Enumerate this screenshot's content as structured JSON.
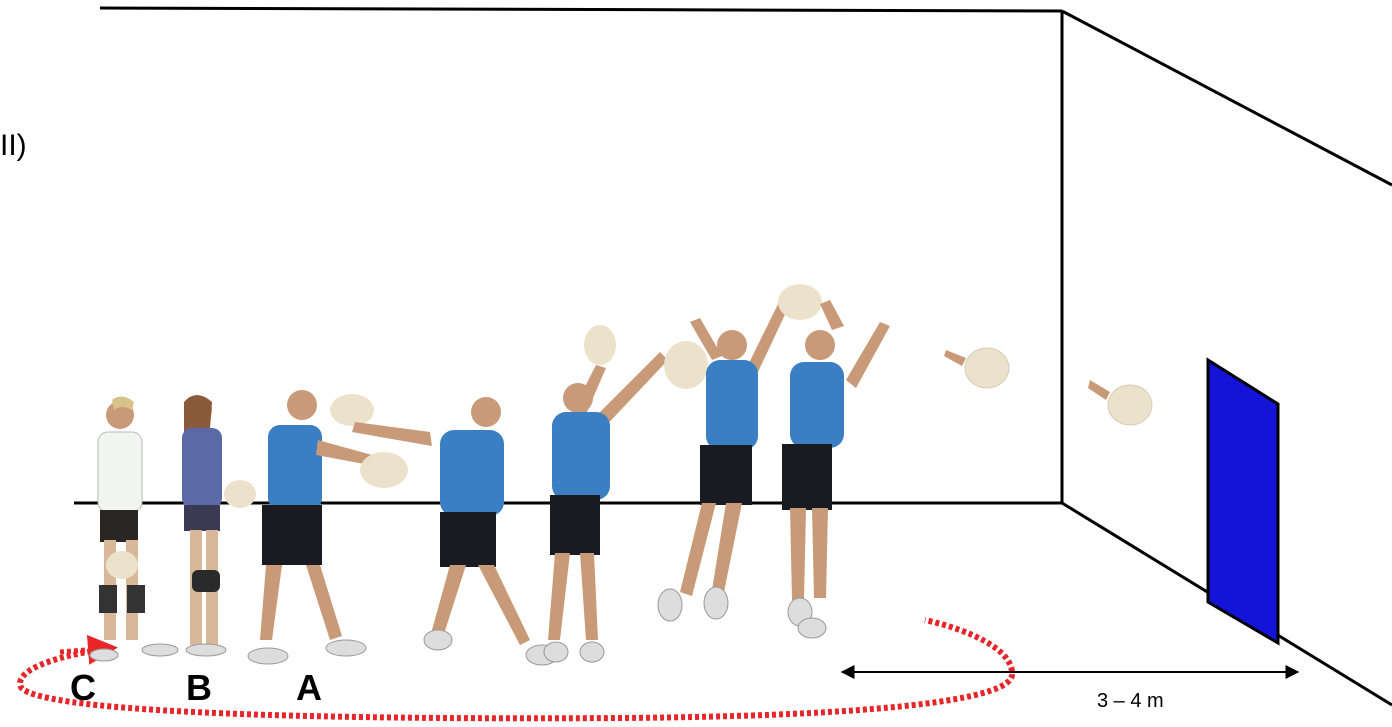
{
  "figure": {
    "side_label": "II)",
    "player_labels": [
      "C",
      "B",
      "A"
    ],
    "distance_label": "3 – 4 m"
  },
  "colors": {
    "wall_lines": "#000000",
    "target": "#1414d8",
    "path": "#e8262a",
    "shirt": "#3a7fc4",
    "shorts": "#1a1a22",
    "skin": "#c89a78",
    "ball": "#ece2cc"
  }
}
